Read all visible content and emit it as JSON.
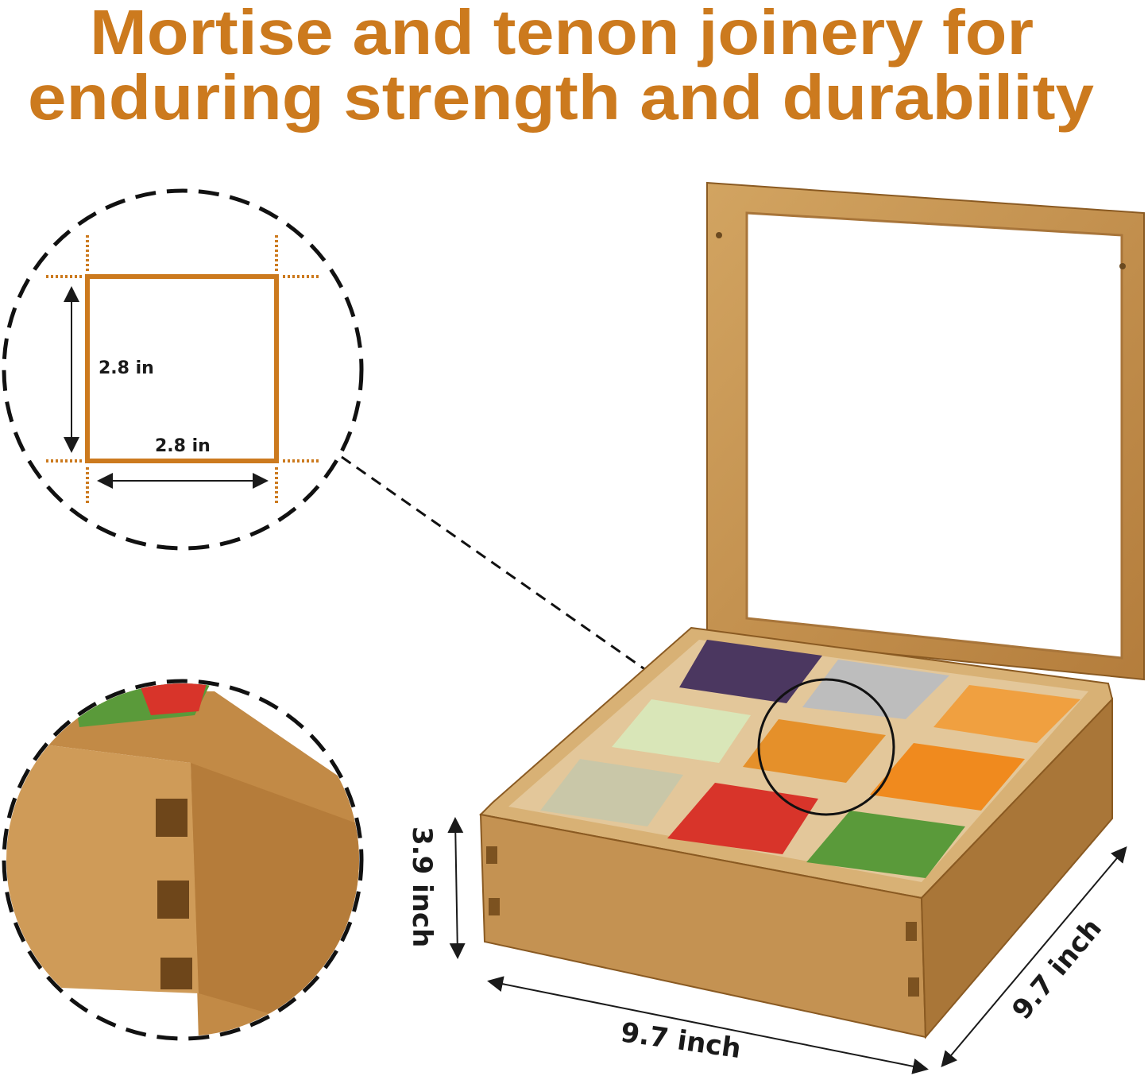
{
  "headline": {
    "line1": "Mortise and tenon joinery for",
    "line2": "enduring strength and durability",
    "color": "#cc7a1e"
  },
  "compartment_detail": {
    "height_label": "2.8 in",
    "width_label": "2.8 in"
  },
  "box_dimensions": {
    "height_label": "3.9 inch",
    "width_label": "9.7 inch",
    "depth_label": "9.7 inch"
  },
  "colors": {
    "accent": "#cc7a1e",
    "wood": "#c4904a",
    "wood_dark": "#9c6a2c"
  }
}
